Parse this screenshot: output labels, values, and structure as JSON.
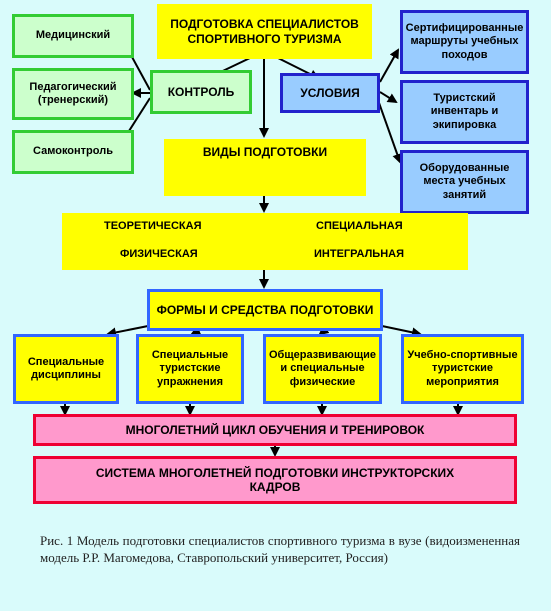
{
  "top": "ПОДГОТОВКА СПЕЦИАЛИСТОВ СПОРТИВНОГО ТУРИЗМА",
  "control": "КОНТРОЛЬ",
  "conditions": "УСЛОВИЯ",
  "types": "ВИДЫ ПОДГОТОВКИ",
  "left": [
    "Медицинский",
    "Педагогический (тренерский)",
    "Самоконтроль"
  ],
  "right": [
    "Сертифицированные маршруты учебных походов",
    "Туристский инвентарь и экипировка",
    "Оборудованные места учебных занятий"
  ],
  "kinds": {
    "theoretical": "ТЕОРЕТИЧЕСКАЯ",
    "special": "СПЕЦИАЛЬНАЯ",
    "physical": "ФИЗИЧЕСКАЯ",
    "integral": "ИНТЕГРАЛЬНАЯ"
  },
  "forms": "ФОРМЫ И СРЕДСТВА ПОДГОТОВКИ",
  "means": [
    "Специальные дисциплины",
    "Специальные туристские упражнения",
    "Общеразвивающие и специальные физические",
    "Учебно-спортивные туристские мероприятия"
  ],
  "cycle": "МНОГОЛЕТНИЙ ЦИКЛ ОБУЧЕНИЯ И ТРЕНИРОВОК",
  "system": "СИСТЕМА МНОГОЛЕТНЕЙ ПОДГОТОВКИ ИНСТРУКТОРСКИХ КАДРОВ",
  "caption": "Рис. 1 Модель подготовки специалистов спортивного туризма в вузе (видоизмененная модель Р.Р. Магомедова, Ставропольский университет, Россия)"
}
